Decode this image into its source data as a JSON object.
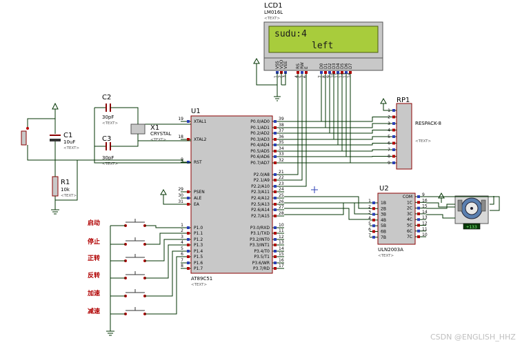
{
  "lcd": {
    "ref": "LCD1",
    "part": "LM016L",
    "tag": "<TEXT>",
    "line1": "sudu:4",
    "line2": "left",
    "pins": [
      "VSS",
      "VDD",
      "VEE",
      "RS",
      "RW",
      "E",
      "D0",
      "D1",
      "D2",
      "D3",
      "D4",
      "D5",
      "D6",
      "D7"
    ],
    "pin_numbers": [
      "1",
      "2",
      "3",
      "4",
      "5",
      "6",
      "7",
      "8",
      "9",
      "10",
      "11",
      "12",
      "13",
      "14"
    ]
  },
  "mcu": {
    "ref": "U1",
    "part": "AT89C51",
    "tag": "<TEXT>",
    "left_pins": [
      {
        "num": "19",
        "name": "XTAL1"
      },
      {
        "num": "18",
        "name": "XTAL2"
      },
      {
        "num": "9",
        "name": "RST"
      },
      {
        "num": "29",
        "name": "PSEN"
      },
      {
        "num": "30",
        "name": "ALE"
      },
      {
        "num": "31",
        "name": "EA"
      },
      {
        "num": "1",
        "name": "P1.0"
      },
      {
        "num": "2",
        "name": "P1.1"
      },
      {
        "num": "3",
        "name": "P1.2"
      },
      {
        "num": "4",
        "name": "P1.3"
      },
      {
        "num": "5",
        "name": "P1.4"
      },
      {
        "num": "6",
        "name": "P1.5"
      },
      {
        "num": "7",
        "name": "P1.6"
      },
      {
        "num": "8",
        "name": "P1.7"
      }
    ],
    "right_pins": [
      {
        "num": "39",
        "name": "P0.0/AD0"
      },
      {
        "num": "38",
        "name": "P0.1/AD1"
      },
      {
        "num": "37",
        "name": "P0.2/AD2"
      },
      {
        "num": "36",
        "name": "P0.3/AD3"
      },
      {
        "num": "35",
        "name": "P0.4/AD4"
      },
      {
        "num": "34",
        "name": "P0.5/AD5"
      },
      {
        "num": "33",
        "name": "P0.6/AD6"
      },
      {
        "num": "32",
        "name": "P0.7/AD7"
      },
      {
        "num": "21",
        "name": "P2.0/A8"
      },
      {
        "num": "22",
        "name": "P2.1/A9"
      },
      {
        "num": "23",
        "name": "P2.2/A10"
      },
      {
        "num": "24",
        "name": "P2.3/A11"
      },
      {
        "num": "25",
        "name": "P2.4/A12"
      },
      {
        "num": "26",
        "name": "P2.5/A13"
      },
      {
        "num": "27",
        "name": "P2.6/A14"
      },
      {
        "num": "28",
        "name": "P2.7/A15"
      },
      {
        "num": "10",
        "name": "P3.0/RXD"
      },
      {
        "num": "11",
        "name": "P3.1/TXD"
      },
      {
        "num": "12",
        "name": "P3.2/INT0"
      },
      {
        "num": "13",
        "name": "P3.3/INT1"
      },
      {
        "num": "14",
        "name": "P3.4/T0"
      },
      {
        "num": "15",
        "name": "P3.5/T1"
      },
      {
        "num": "16",
        "name": "P3.6/WR"
      },
      {
        "num": "17",
        "name": "P3.7/RD"
      }
    ]
  },
  "rp1": {
    "ref": "RP1",
    "part": "RESPACK-8",
    "tag": "<TEXT>",
    "pins": [
      "1",
      "2",
      "3",
      "4",
      "5",
      "6",
      "7",
      "8",
      "9"
    ]
  },
  "uln": {
    "ref": "U2",
    "part": "ULN2003A",
    "tag": "<TEXT>",
    "left_pins": [
      {
        "num": "1",
        "name": "1B"
      },
      {
        "num": "2",
        "name": "2B"
      },
      {
        "num": "3",
        "name": "3B"
      },
      {
        "num": "4",
        "name": "4B"
      },
      {
        "num": "5",
        "name": "5B"
      },
      {
        "num": "6",
        "name": "6B"
      },
      {
        "num": "7",
        "name": "7B"
      }
    ],
    "right_pins": [
      {
        "num": "9",
        "name": "COM"
      },
      {
        "num": "16",
        "name": "1C"
      },
      {
        "num": "15",
        "name": "2C"
      },
      {
        "num": "14",
        "name": "3C"
      },
      {
        "num": "13",
        "name": "4C"
      },
      {
        "num": "12",
        "name": "5C"
      },
      {
        "num": "11",
        "name": "6C"
      },
      {
        "num": "10",
        "name": "7C"
      }
    ]
  },
  "motor": {
    "readout": "+133"
  },
  "c1": {
    "ref": "C1",
    "value": "10uF",
    "tag": "<TEXT>"
  },
  "c2": {
    "ref": "C2",
    "value": "30pF",
    "tag": "<TEXT>"
  },
  "c3": {
    "ref": "C3",
    "value": "30pF",
    "tag": "<TEXT>"
  },
  "x1": {
    "ref": "X1",
    "part": "CRYSTAL",
    "tag": "<TEXT>"
  },
  "r1": {
    "ref": "R1",
    "value": "10k",
    "tag": "<TEXT>"
  },
  "buttons": [
    "启动",
    "停止",
    "正转",
    "反转",
    "加速",
    "减速"
  ],
  "watermark": "CSDN @ENGLISH_HHZ"
}
